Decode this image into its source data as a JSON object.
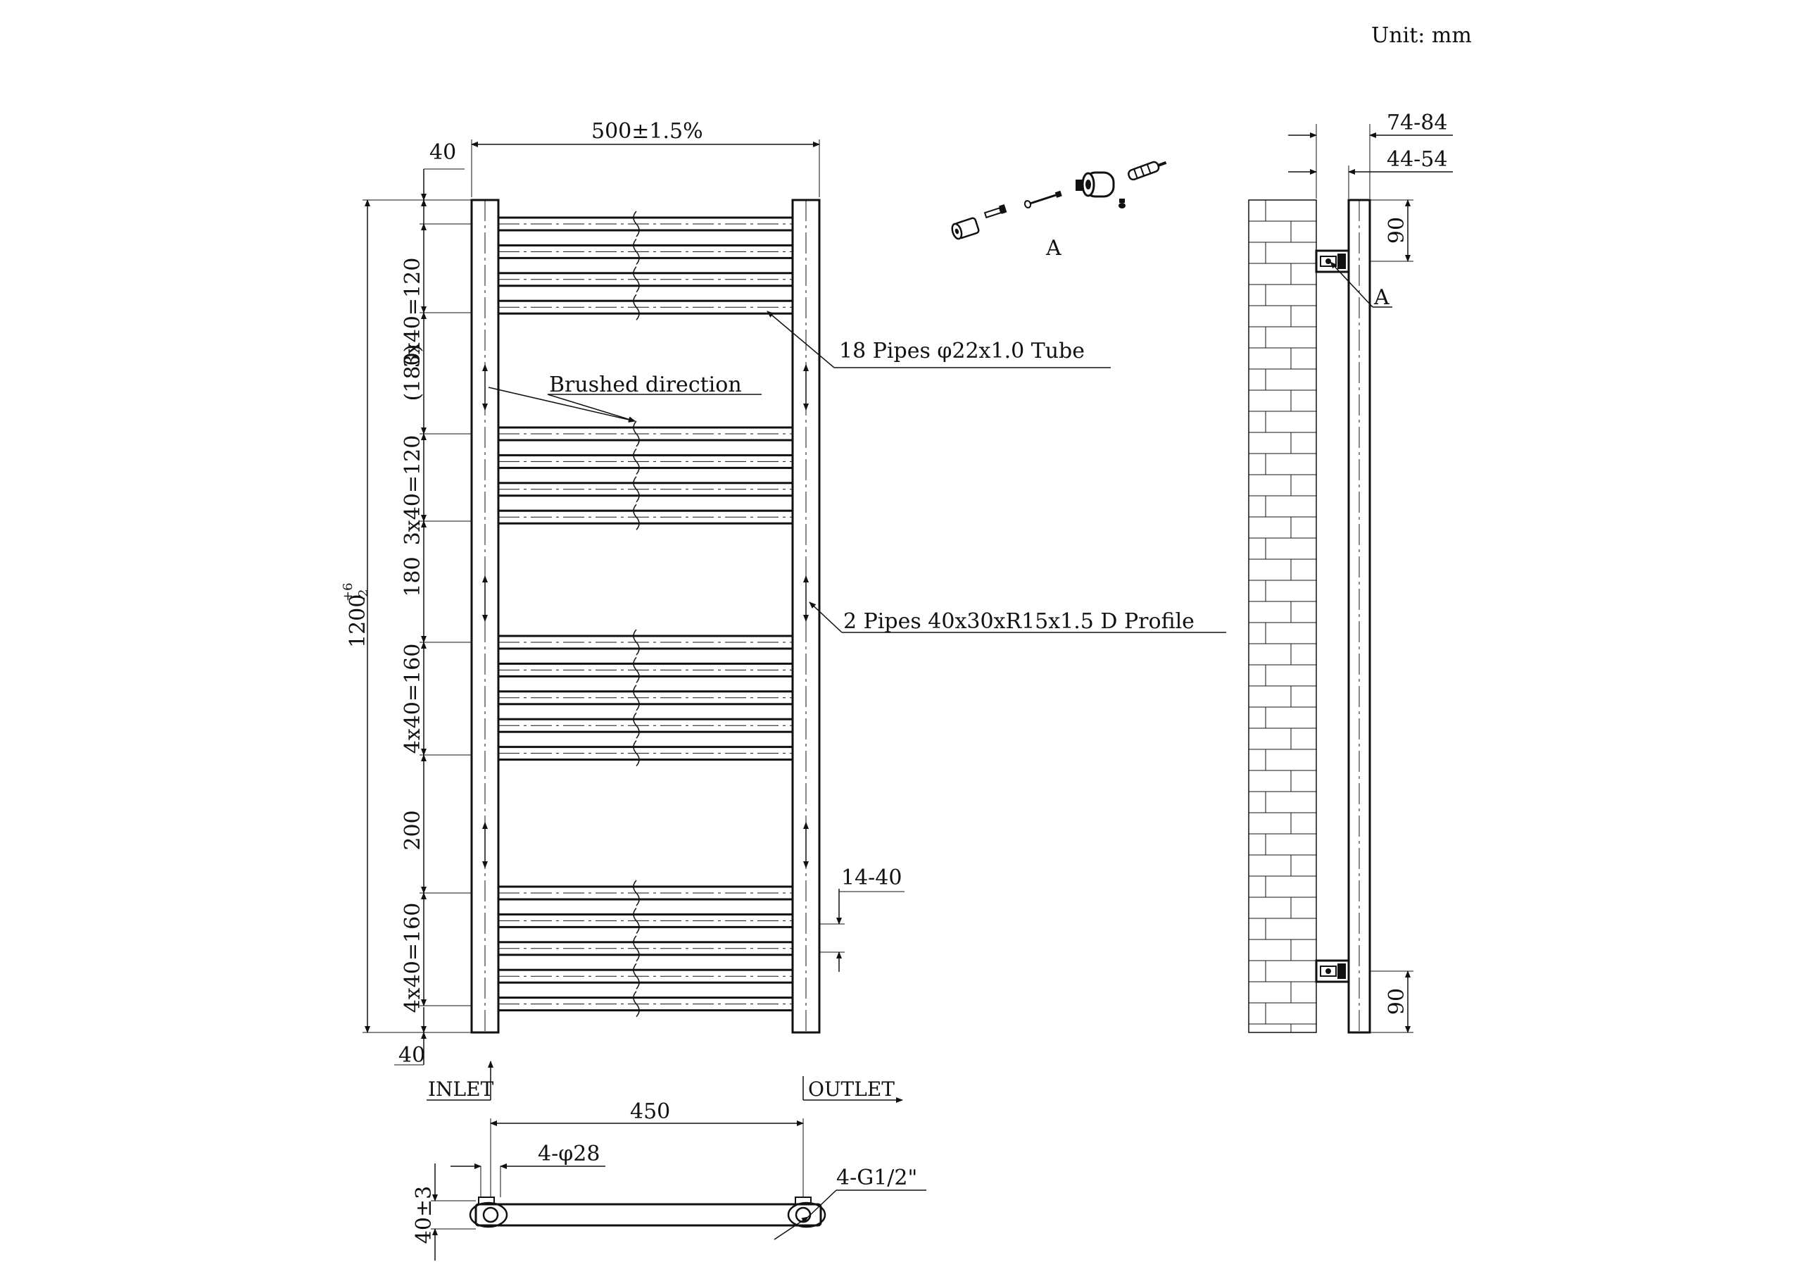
{
  "header": {
    "unit": "Unit: mm"
  },
  "dims": {
    "width": "500±1.5%",
    "height_base": "1200",
    "height_sup": "+6",
    "height_sub": "-2",
    "top_offset": "40",
    "bottom_offset": "40",
    "seg1": "3x40=120",
    "seg2": "(180)",
    "seg3": "3x40=120",
    "seg4": "180",
    "seg5": "4x40=160",
    "seg6": "200",
    "seg7": "4x40=160",
    "gap": "14-40",
    "centers": "450",
    "holes": "4-φ28",
    "thread": "4-G1/2\"",
    "depth": "40±3",
    "side_outer": "74-84",
    "side_inner": "44-54",
    "bracket_top": "90",
    "bracket_bottom": "90"
  },
  "callouts": {
    "pipes": "18 Pipes φ22x1.0 Tube",
    "brushed": "Brushed direction",
    "profile": "2 Pipes 40x30xR15x1.5 D Profile",
    "inlet": "INLET",
    "outlet": "OUTLET",
    "detail_label": "A",
    "side_label": "A"
  }
}
